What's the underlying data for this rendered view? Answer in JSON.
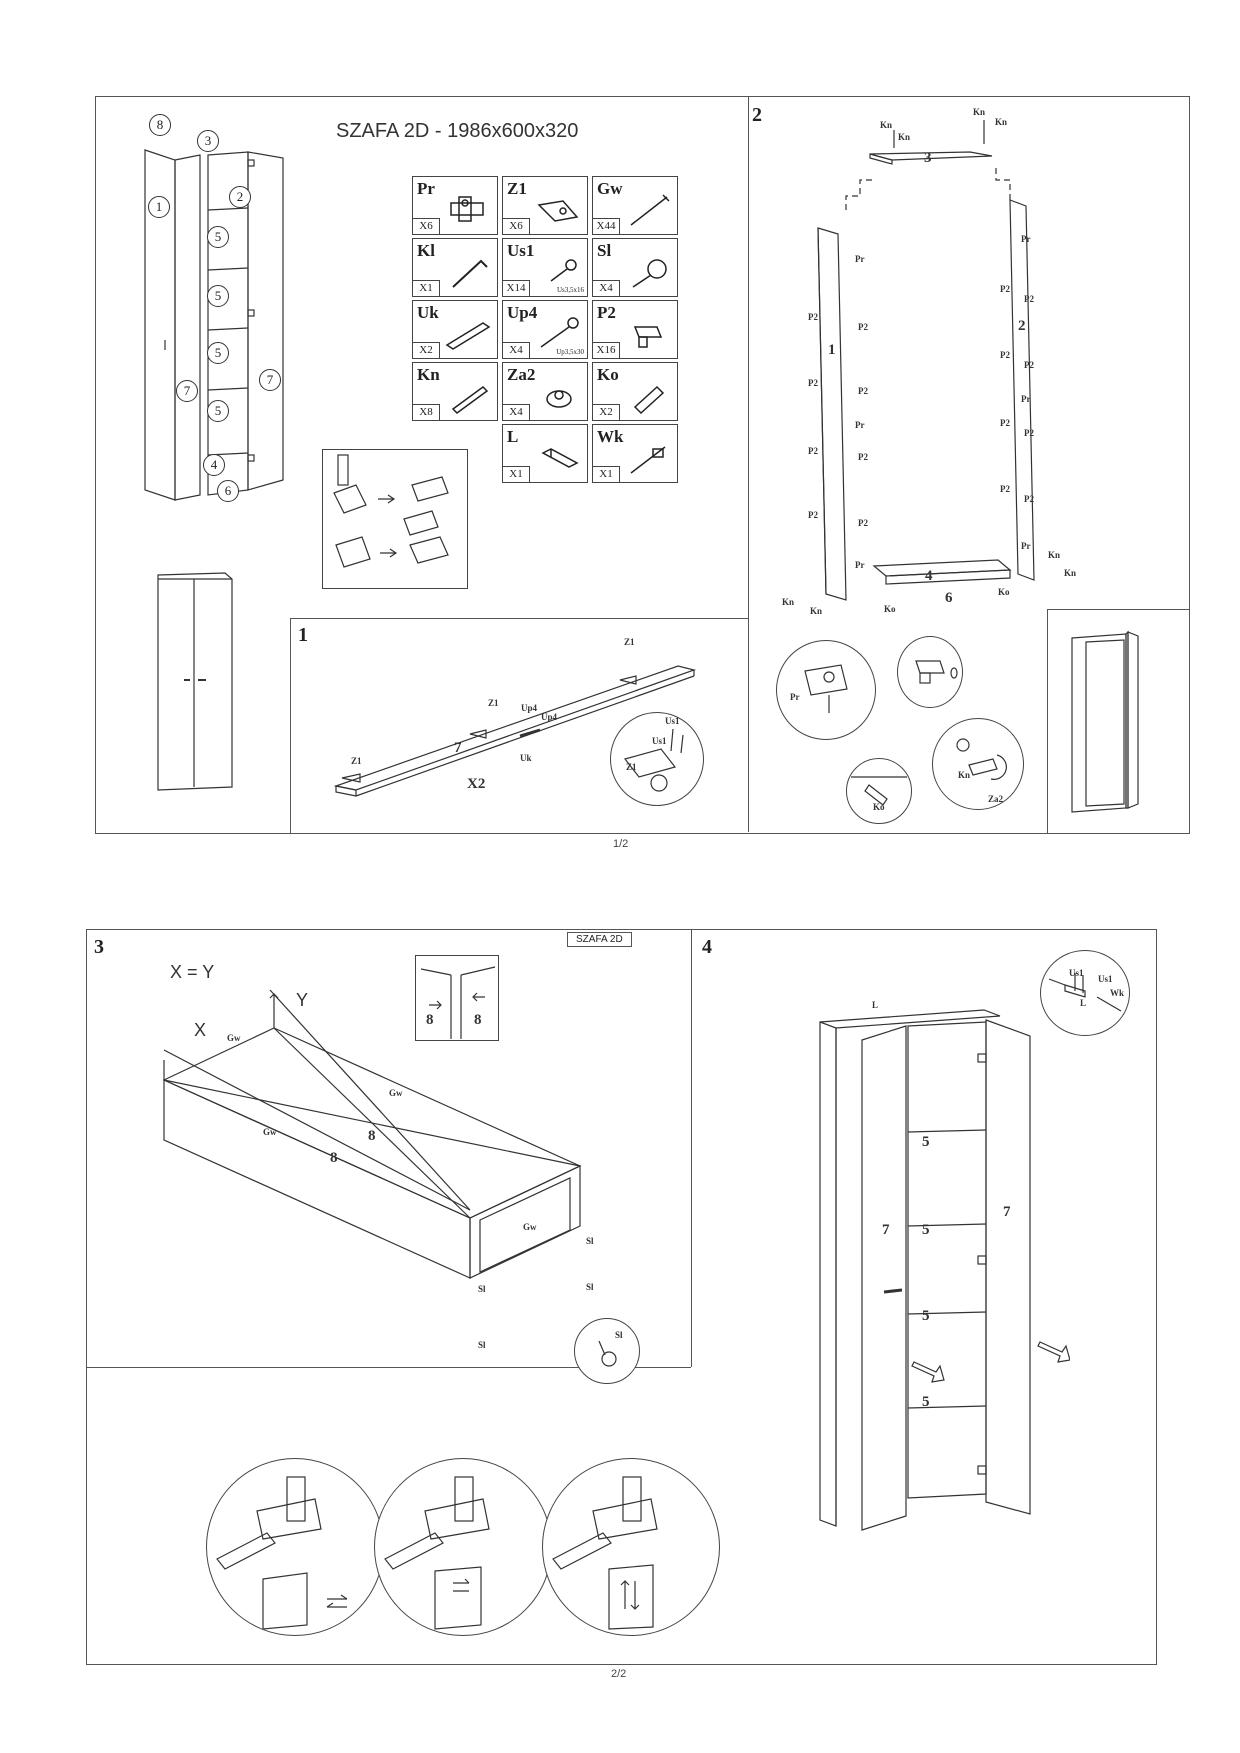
{
  "page1": {
    "title": "SZAFA 2D - 1986x600x320",
    "page_number": "1/2",
    "exploded_callouts": [
      "8",
      "3",
      "1",
      "2",
      "5",
      "5",
      "5",
      "5",
      "7",
      "7",
      "4",
      "6"
    ],
    "parts": [
      {
        "code": "Pr",
        "qty": "X6",
        "spec": ""
      },
      {
        "code": "Z1",
        "qty": "X6",
        "spec": ""
      },
      {
        "code": "Gw",
        "qty": "X44",
        "spec": ""
      },
      {
        "code": "Kl",
        "qty": "X1",
        "spec": ""
      },
      {
        "code": "Us1",
        "qty": "X14",
        "spec": "Us3,5x16"
      },
      {
        "code": "Sl",
        "qty": "X4",
        "spec": ""
      },
      {
        "code": "Uk",
        "qty": "X2",
        "spec": ""
      },
      {
        "code": "Up4",
        "qty": "X4",
        "spec": "Up3,5x30"
      },
      {
        "code": "P2",
        "qty": "X16",
        "spec": ""
      },
      {
        "code": "Kn",
        "qty": "X8",
        "spec": ""
      },
      {
        "code": "Za2",
        "qty": "X4",
        "spec": ""
      },
      {
        "code": "Ko",
        "qty": "X2",
        "spec": ""
      },
      {
        "code": "L",
        "qty": "X1",
        "spec": ""
      },
      {
        "code": "Wk",
        "qty": "X1",
        "spec": ""
      }
    ],
    "step1": {
      "number": "1",
      "panel": "7",
      "multiplier": "X2",
      "labels": {
        "z1": "Z1",
        "up4": "Up4",
        "uk": "Uk",
        "us1": "Us1"
      }
    },
    "step2": {
      "number": "2",
      "labels": {
        "kn": "Kn",
        "pr": "Pr",
        "p2": "P2",
        "ko": "Ko",
        "za2": "Za2"
      },
      "panels": [
        "1",
        "2",
        "3",
        "4",
        "6"
      ]
    }
  },
  "page2": {
    "tag": "SZAFA 2D",
    "page_number": "2/2",
    "step3": {
      "number": "3",
      "equation": "X = Y",
      "x": "X",
      "y": "Y",
      "labels": {
        "gw": "Gw",
        "sl": "Sl"
      },
      "panel": "8"
    },
    "step4": {
      "number": "4",
      "labels": {
        "l": "L",
        "us1": "Us1",
        "wk": "Wk"
      },
      "panels": [
        "5",
        "5",
        "5",
        "5",
        "7",
        "7"
      ]
    }
  }
}
